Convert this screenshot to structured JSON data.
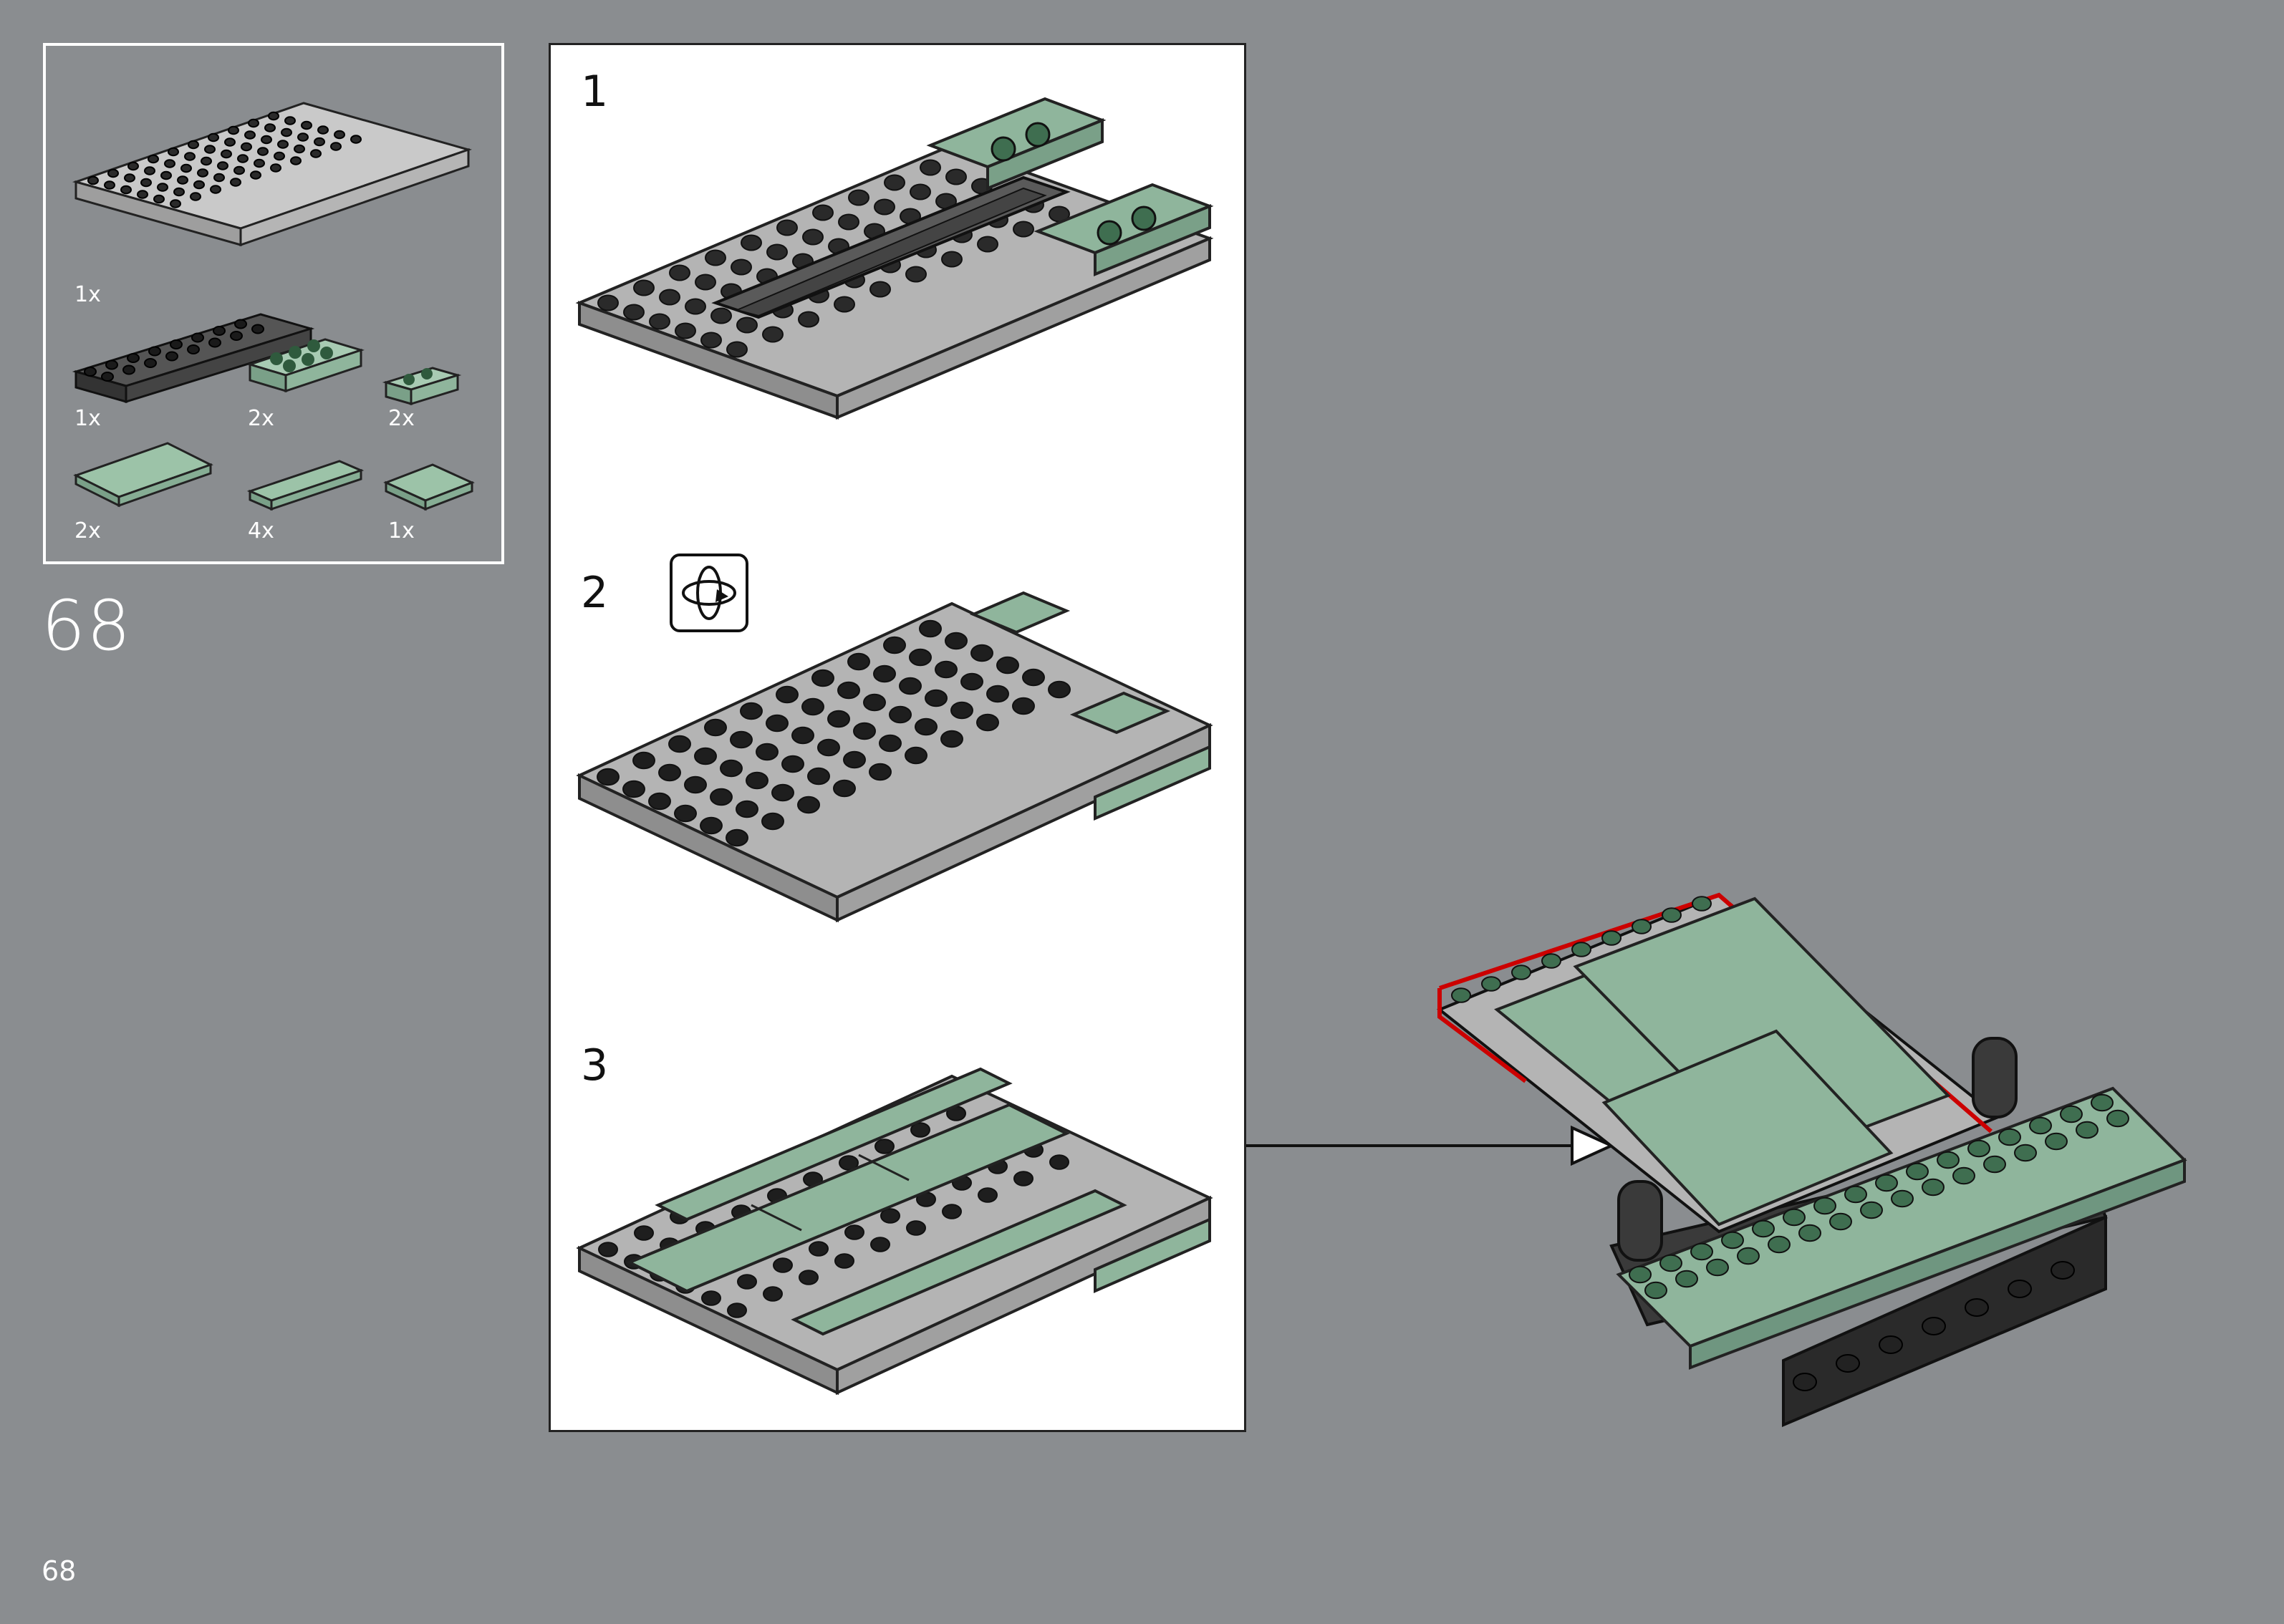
{
  "step": {
    "number": "68"
  },
  "page": {
    "number": "68"
  },
  "parts_list": [
    {
      "qty": "1x",
      "part": "dark-gray-plate-6x10"
    },
    {
      "qty": "1x",
      "part": "black-plate-2x8"
    },
    {
      "qty": "2x",
      "part": "sand-green-plate-2x3"
    },
    {
      "qty": "2x",
      "part": "sand-green-plate-1x2"
    },
    {
      "qty": "2x",
      "part": "sand-green-tile-2x4"
    },
    {
      "qty": "4x",
      "part": "sand-green-tile-1x4"
    },
    {
      "qty": "1x",
      "part": "sand-green-tile-2x2"
    }
  ],
  "substeps": [
    {
      "number": "1"
    },
    {
      "number": "2",
      "icon": "rotate-model-icon"
    },
    {
      "number": "3"
    }
  ],
  "colors": {
    "background": "#8a8d90",
    "sand_green": "#8fb59c",
    "dark_gray": "#a9a9a9",
    "black": "#2a2a2a",
    "highlight_red": "#cc0000"
  }
}
